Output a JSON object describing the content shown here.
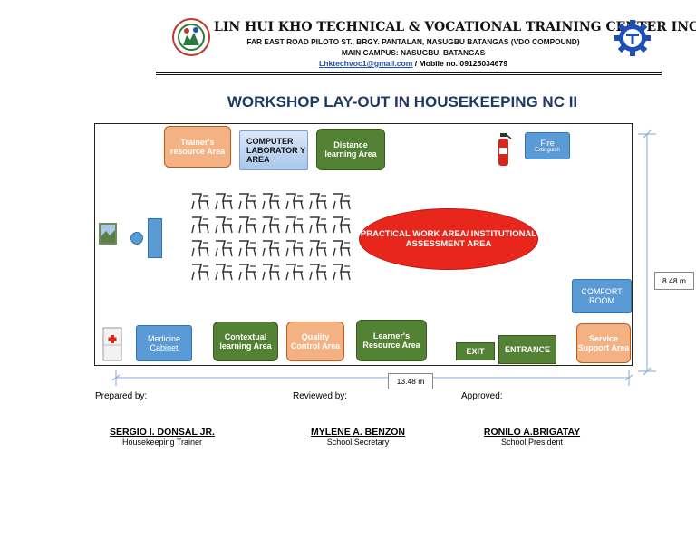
{
  "header": {
    "institution": "LIN HUI KHO TECHNICAL & VOCATIONAL TRAINING CENTER INC.",
    "address": "FAR EAST ROAD PILOTO ST., BRGY. PANTALAN, NASUGBU BATANGAS (VDO COMPOUND)",
    "campus": "MAIN CAMPUS: NASUGBU, BATANGAS",
    "email": "Lhktechvoc1@gmail.com",
    "mobile": " / Mobile no. 09125034679"
  },
  "title": "WORKSHOP LAY-OUT IN HOUSEKEEPING NC II",
  "areas": {
    "trainer": "Trainer's resource Area",
    "computer": "COMPUTER LABORATOR Y AREA",
    "distance": "Distance learning Area",
    "fire": "Fire",
    "fire_sub": "Extinguish",
    "practical": "PRACTICAL WORK AREA/ INSTITUTIONAL ASSESSMENT AREA",
    "comfort": "COMFORT ROOM",
    "medicine": "Medicine Cabinet",
    "contextual": "Contextual learning Area",
    "quality": "Quality Control Area",
    "learner": "Learner's Resource Area",
    "exit": "EXIT",
    "entrance": "ENTRANCE",
    "service": "Service Support Area"
  },
  "dimensions": {
    "width": "13.48 m",
    "height": "8.48 m"
  },
  "signatures": {
    "prepared": {
      "label": "Prepared by:",
      "name": "SERGIO I. DONSAL JR.",
      "role": "Housekeeping Trainer"
    },
    "reviewed": {
      "label": "Reviewed by:",
      "name": "MYLENE A. BENZON",
      "role": "School Secretary"
    },
    "approved": {
      "label": "Approved:",
      "name": "RONILO A.BRIGATAY",
      "role": "School President"
    }
  },
  "colors": {
    "orange": "#f4b183",
    "green": "#548235",
    "blue": "#5b9bd5",
    "red": "#e8261c",
    "title": "#1f3864"
  },
  "icons": [
    "school-logo-icon",
    "tesda-logo-icon",
    "fire-extinguisher-icon",
    "chair-icon",
    "first-aid-cabinet-icon",
    "painting-icon"
  ]
}
